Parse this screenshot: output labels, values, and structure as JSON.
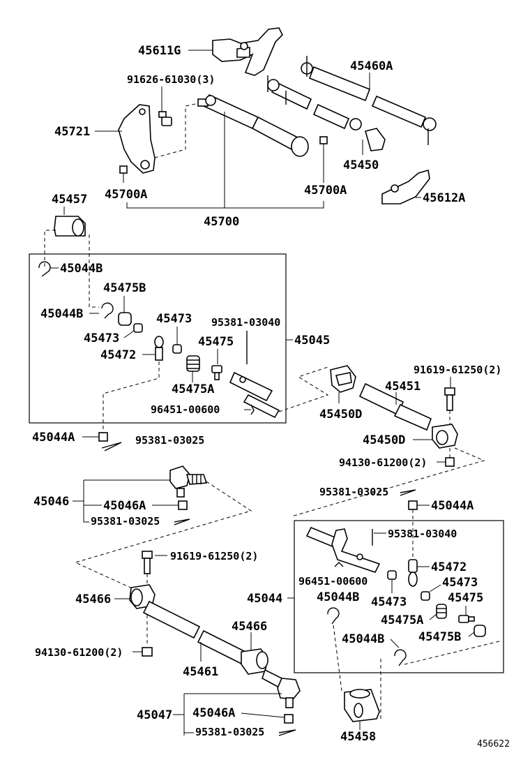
{
  "labels": {
    "p45611G": "45611G",
    "p91626": "91626-61030(3)",
    "p45721": "45721",
    "p45700A_left": "45700A",
    "p45700A_right": "45700A",
    "p45700": "45700",
    "p45460A": "45460A",
    "p45450": "45450",
    "p45612A": "45612A",
    "p45457": "45457",
    "p45044B_a": "45044B",
    "p45475B_a": "45475B",
    "p45044B_b": "45044B",
    "p45473_a": "45473",
    "p45473_b": "45473",
    "p45472_a": "45472",
    "p95381_03040_a": "95381-03040",
    "p45475_a": "45475",
    "p45045": "45045",
    "p45475A_a": "45475A",
    "p96451_a": "96451-00600",
    "p45044A_a": "45044A",
    "p95381_03025_a": "95381-03025",
    "p45450D_a": "45450D",
    "p91619_a": "91619-61250(2)",
    "p45451": "45451",
    "p45450D_b": "45450D",
    "p94130_a": "94130-61200(2)",
    "p45046": "45046",
    "p45046A_a": "45046A",
    "p95381_03025_b": "95381-03025",
    "p95381_03025_c": "95381-03025",
    "p45044A_b": "45044A",
    "p95381_03040_b": "95381-03040",
    "p91619_b": "91619-61250(2)",
    "p45472_b": "45472",
    "p96451_b": "96451-00600",
    "p45466_a": "45466",
    "p45044": "45044",
    "p45044B_c": "45044B",
    "p45473_c": "45473",
    "p45473_d": "45473",
    "p45475_b": "45475",
    "p45475A_b": "45475A",
    "p45466_b": "45466",
    "p45044B_d": "45044B",
    "p45475B_b": "45475B",
    "p94130_b": "94130-61200(2)",
    "p45461": "45461",
    "p45047": "45047",
    "p45046A_b": "45046A",
    "p95381_03025_d": "95381-03025",
    "p45458": "45458",
    "figure_code": "456622"
  }
}
